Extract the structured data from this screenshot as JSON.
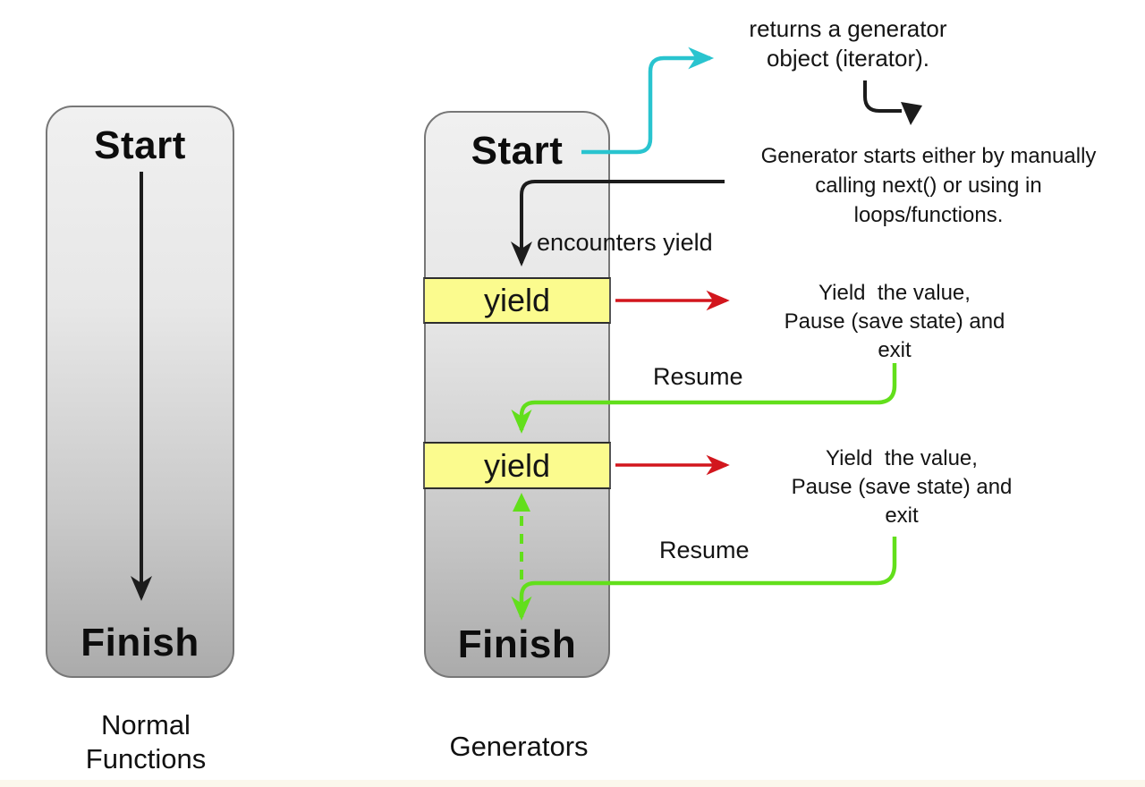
{
  "colors": {
    "cyan": "#29c4cf",
    "red": "#d2161d",
    "green": "#62df1b",
    "black": "#1c1c1c",
    "yellow": "#fbfb8e",
    "rect-top": "#f0f0f0",
    "rect-bottom": "#ababab",
    "rect-border": "#777777",
    "band-border": "#2e2e2e",
    "footer": "#fbf7ec"
  },
  "normal_flow": {
    "start_label": "Start",
    "finish_label": "Finish",
    "caption": "Normal\nFunctions"
  },
  "generator_flow": {
    "start_label": "Start",
    "finish_label": "Finish",
    "yield1_label": "yield",
    "yield2_label": "yield",
    "caption": "Generators"
  },
  "annotations": {
    "returns_note": "returns a generator\nobject (iterator).",
    "starts_note": "Generator starts either by manually\ncalling next() or using in\nloops/functions.",
    "encounters_label": "encounters yield",
    "yield_note1": "Yield  the value,\nPause (save state) and\nexit",
    "resume1_label": "Resume",
    "yield_note2": "Yield  the value,\nPause (save state) and\nexit",
    "resume2_label": "Resume"
  }
}
